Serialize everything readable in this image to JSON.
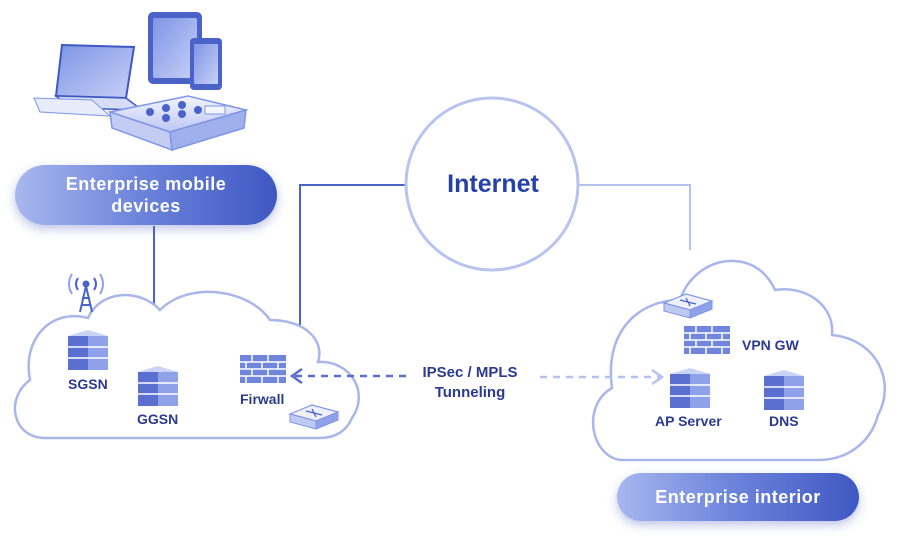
{
  "diagram": {
    "internet_label": "Internet",
    "mobile_devices_label": "Enterprise mobile devices",
    "interior_label": "Enterprise interior",
    "tunnel_label_line1": "IPSec / MPLS",
    "tunnel_label_line2": "Tunneling",
    "nodes": {
      "sgsn": "SGSN",
      "ggsn": "GGSN",
      "firewall": "Firwall",
      "vpn_gw": "VPN GW",
      "ap_server": "AP Server",
      "dns": "DNS"
    }
  },
  "colors": {
    "line": "#4b63c9",
    "cloud_stroke": "#a9b6ea",
    "cloud_fill": "#ffffff",
    "label": "#2b3a8f",
    "accent": "#3f58c3"
  }
}
